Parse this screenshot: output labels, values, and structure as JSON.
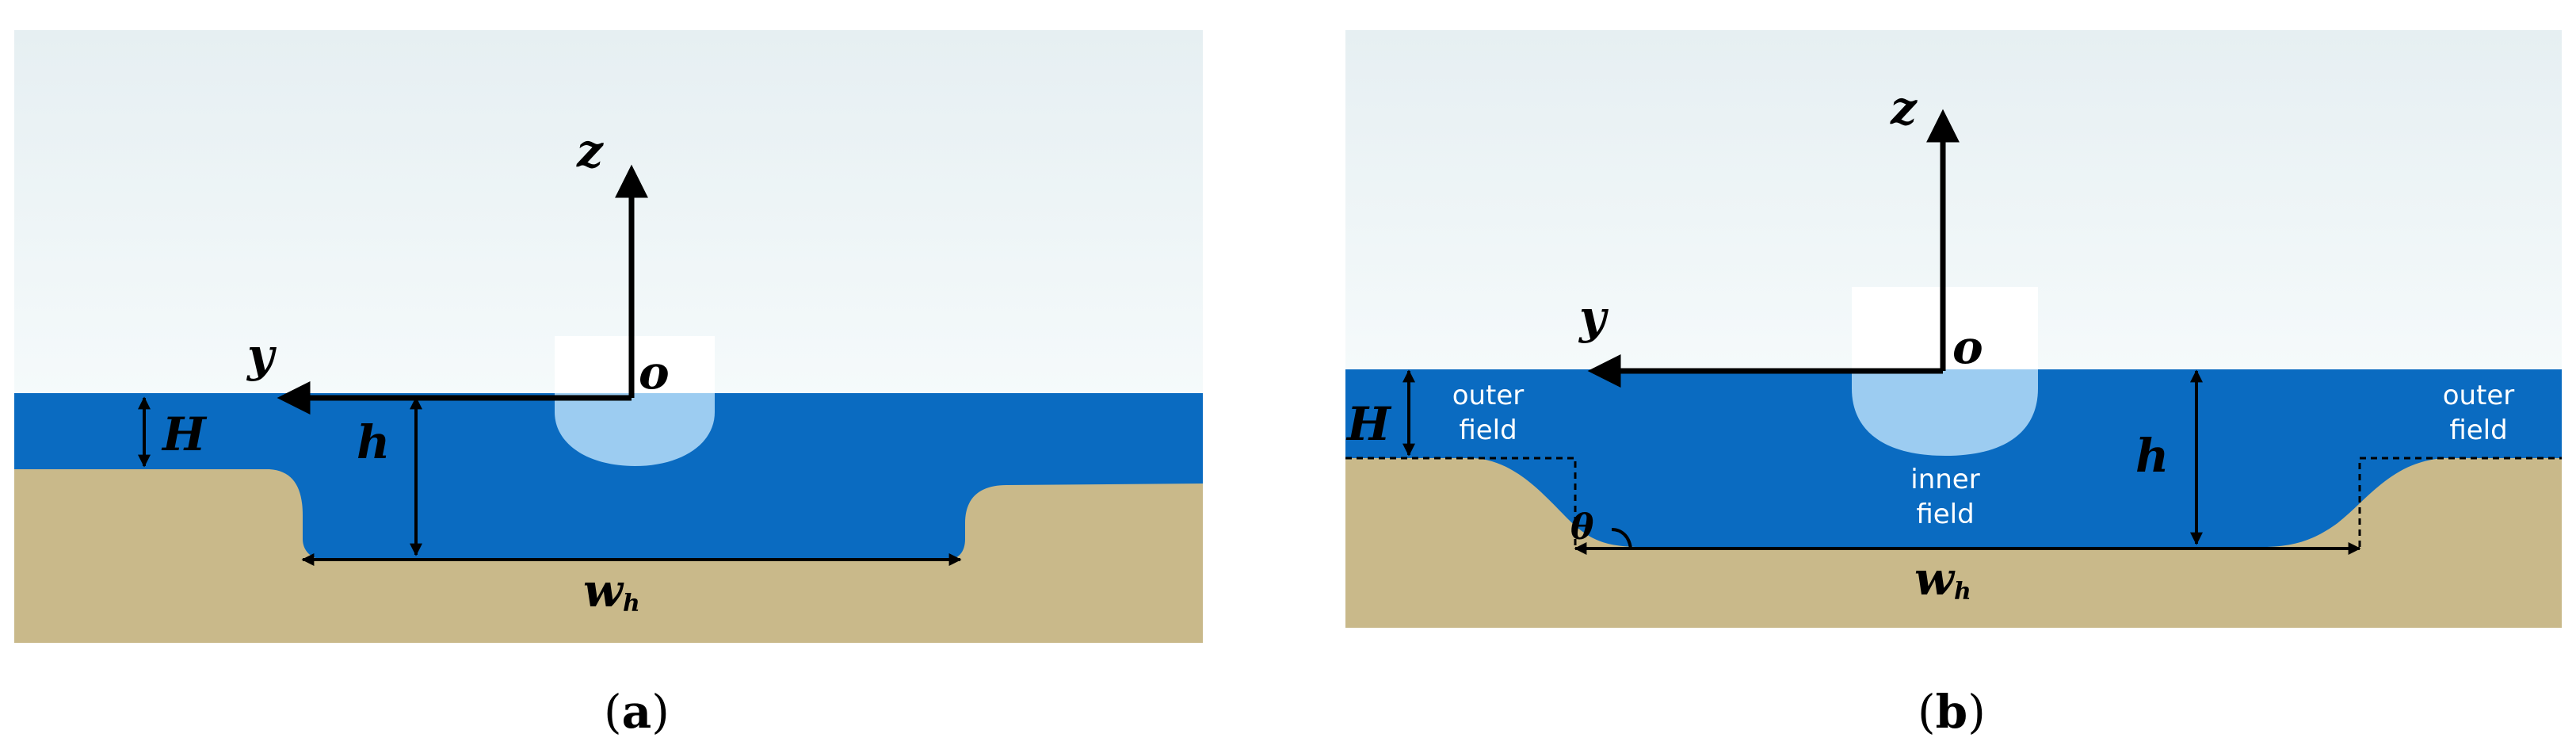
{
  "panel_a": {
    "label_z": "z",
    "label_y": "y",
    "label_o": "o",
    "label_H": "H",
    "label_h": "h",
    "label_w": "w",
    "label_w_sub": "h",
    "caption_open": "(",
    "caption_letter": "a",
    "caption_close": ")"
  },
  "panel_b": {
    "label_z": "z",
    "label_y": "y",
    "label_o": "o",
    "label_H": "H",
    "label_h": "h",
    "label_w": "w",
    "label_w_sub": "h",
    "label_theta": "θ",
    "outer_left_1": "outer",
    "outer_left_2": "field",
    "outer_right_1": "outer",
    "outer_right_2": "field",
    "inner_1": "inner",
    "inner_2": "field",
    "caption_open": "(",
    "caption_letter": "b",
    "caption_close": ")"
  },
  "colors": {
    "water": "#0a6bc1",
    "sand": "#c9b98a",
    "sky_top": "#e8f1f3",
    "sky_bottom": "#f4f9fa",
    "hull_submerged": "#9cccf1"
  }
}
